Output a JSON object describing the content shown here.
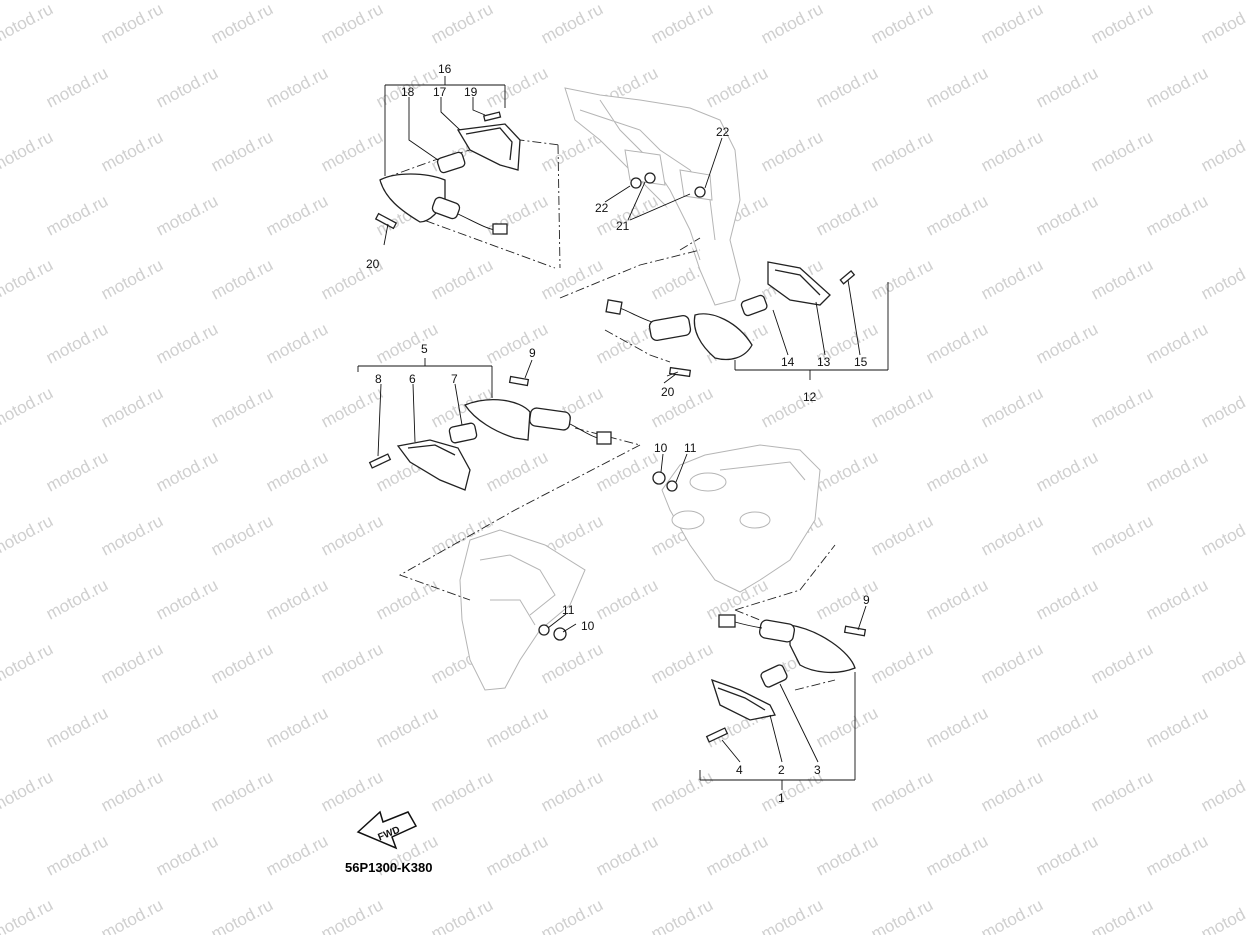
{
  "watermark": "motod.ru",
  "diagram_code": "56P1300-K380",
  "fwd_label": "FWD",
  "callouts": {
    "c1": "1",
    "c2": "2",
    "c3": "3",
    "c4": "4",
    "c5": "5",
    "c6": "6",
    "c7": "7",
    "c8": "8",
    "c9a": "9",
    "c9b": "9",
    "c10a": "10",
    "c10b": "10",
    "c11a": "11",
    "c11b": "11",
    "c12": "12",
    "c13": "13",
    "c14": "14",
    "c15": "15",
    "c16": "16",
    "c17": "17",
    "c18": "18",
    "c19": "19",
    "c20a": "20",
    "c20b": "20",
    "c21": "21",
    "c22a": "22",
    "c22b": "22"
  }
}
